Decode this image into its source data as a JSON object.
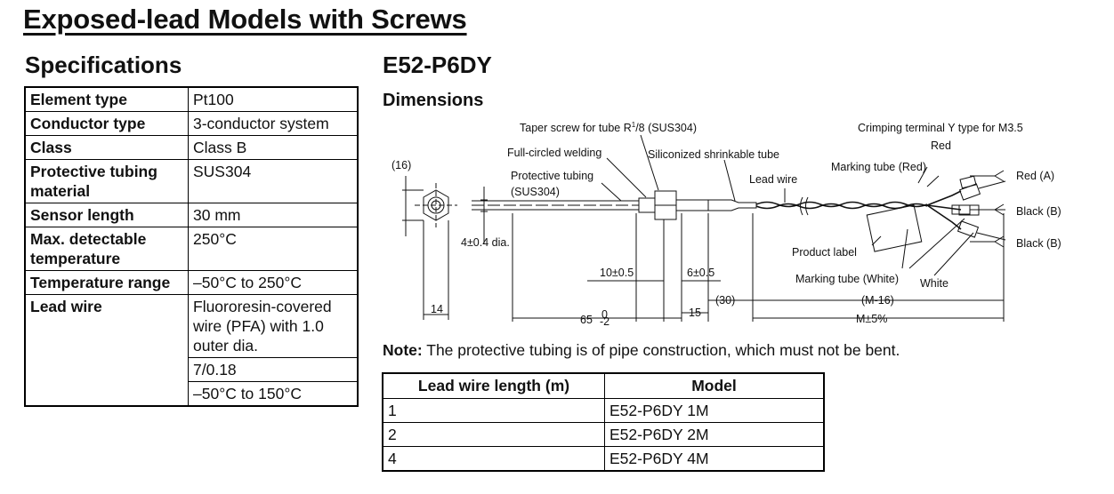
{
  "page_title": "Exposed-lead Models with Screws",
  "specs_heading": "Specifications",
  "model_heading": "E52-P6DY",
  "dimensions_heading": "Dimensions",
  "specs": [
    {
      "key": "Element type",
      "value": "Pt100"
    },
    {
      "key": "Conductor type",
      "value": "3-conductor system"
    },
    {
      "key": "Class",
      "value": "Class B"
    },
    {
      "key": "Protective tubing material",
      "value": "SUS304"
    },
    {
      "key": "Sensor length",
      "value": "30 mm"
    },
    {
      "key": "Max. detectable temperature",
      "value": "250°C"
    },
    {
      "key": "Temperature range",
      "value": "–50°C to 250°C"
    },
    {
      "key": "Lead wire",
      "values": [
        "Fluororesin-covered wire (PFA) with 1.0 outer dia.",
        "7/0.18",
        "–50°C to 150°C"
      ]
    }
  ],
  "diagram": {
    "taper_screw": "Taper screw for tube R",
    "taper_sup": "1",
    "taper_frac": "/8 (SUS304)",
    "full_circled_welding": "Full-circled welding",
    "siliconized_tube": "Siliconized shrinkable tube",
    "crimping_terminal": "Crimping terminal Y type for M3.5",
    "red_label": "Red",
    "marking_tube_red": "Marking tube (Red)",
    "lead_wire": "Lead wire",
    "protective_tubing_1": "Protective tubing",
    "protective_tubing_2": "(SUS304)",
    "dim_16": "(16)",
    "red_a": "Red (A)",
    "black_b1": "Black (B)",
    "black_b2": "Black (B)",
    "dia": "4±0.4 dia.",
    "product_label": "Product label",
    "dim_10": "10±0.5",
    "dim_6": "6±0.5",
    "marking_tube_white": "Marking tube (White)",
    "white": "White",
    "dim_30": "(30)",
    "dim_m16": "(M-16)",
    "dim_14": "14",
    "dim_65": "65",
    "dim_65_tol_up": "0",
    "dim_65_tol_dn": "-2",
    "dim_15": "15",
    "dim_m5": "M±5%"
  },
  "note": {
    "label": "Note:",
    "text": " The protective tubing is of pipe construction, which must not be bent."
  },
  "model_table": {
    "headers": [
      "Lead wire length (m)",
      "Model"
    ],
    "rows": [
      [
        "1",
        "E52-P6DY 1M"
      ],
      [
        "2",
        "E52-P6DY 2M"
      ],
      [
        "4",
        "E52-P6DY 4M"
      ]
    ]
  }
}
